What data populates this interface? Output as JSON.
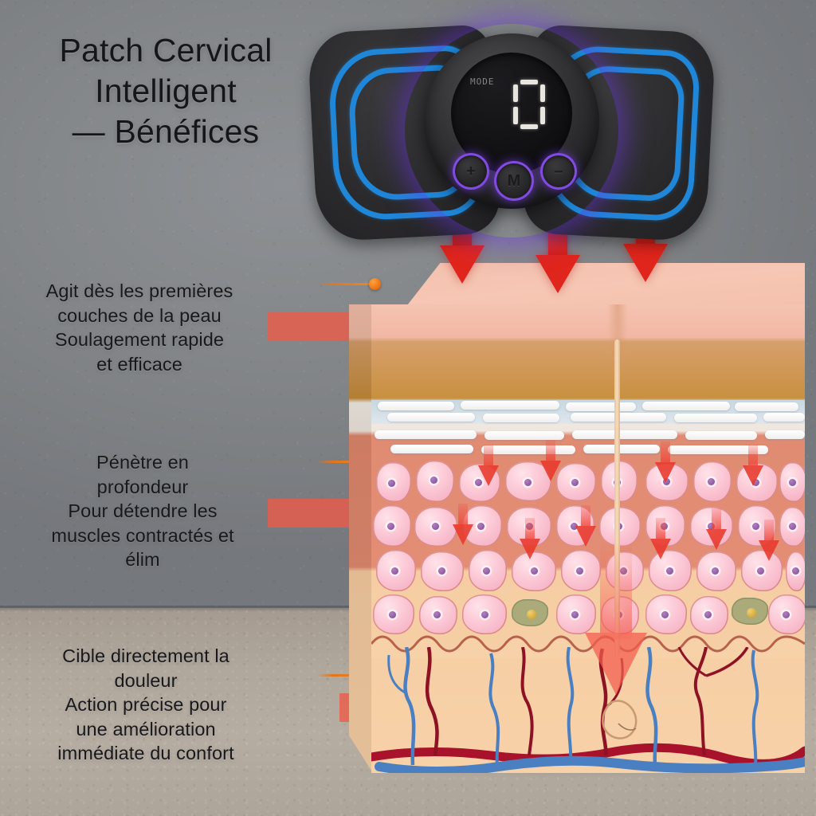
{
  "title": "Patch Cervical\nIntelligent\n— Bénéfices",
  "benefits": [
    {
      "id": "benefit-1",
      "text": "Agit dès les premières\ncouches de la peau\nSoulagement rapide\net efficace"
    },
    {
      "id": "benefit-2",
      "text": "Pénètre en\nprofondeur\nPour détendre les\nmuscles contractés et\nélim"
    },
    {
      "id": "benefit-3",
      "text": "Cible directement la\ndouleur\nAction précise pour\nune amélioration\nimmédiate du confort"
    }
  ],
  "device": {
    "screen_label": "MODE",
    "screen_digit": "0",
    "buttons": {
      "increase": "+",
      "mode": "M",
      "decrease": "–"
    }
  },
  "colors": {
    "accent_orange": "#e86f12",
    "arrow_red": "#ef5a47",
    "arrow_deep_red": "#e0251c",
    "pad_blue": "#1f86d8",
    "hub_purple": "#8a4af0",
    "background_wall": "#84878a",
    "background_table": "#b0a79c",
    "text": "#17181c"
  }
}
